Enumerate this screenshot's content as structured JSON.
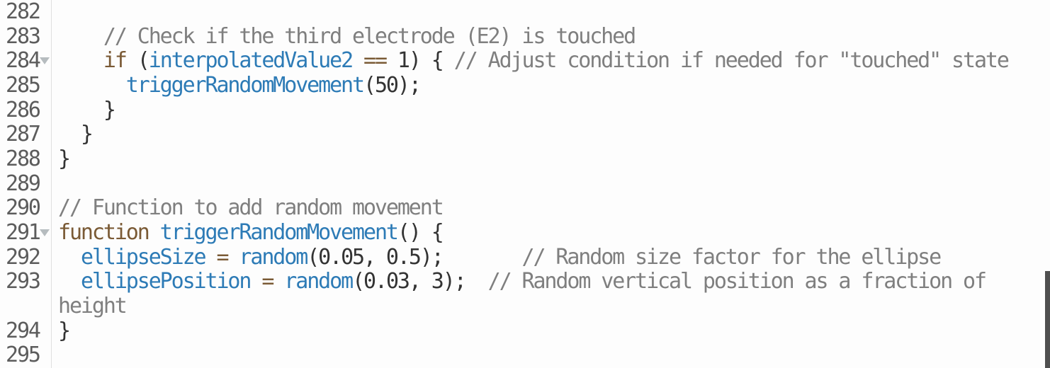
{
  "editor": {
    "language": "javascript",
    "colors": {
      "background": "#fdfdfd",
      "plain": "#333333",
      "keyword": "#7a5a35",
      "operator": "#7a5a35",
      "variable": "#2d7bb6",
      "comment": "#7f7f7f",
      "line_number": "#5c5c5c",
      "fold_arrow": "#b6bcbf",
      "gutter_border": "#e0e0e0",
      "scrollbar": "#4f4f4f"
    },
    "rows": [
      {
        "number": "282",
        "fold": false,
        "segments": []
      },
      {
        "number": "283",
        "fold": false,
        "segments": [
          {
            "text": "    ",
            "type": "plain"
          },
          {
            "text": "// Check if the third electrode (E2) is touched",
            "type": "comment"
          }
        ]
      },
      {
        "number": "284",
        "fold": true,
        "segments": [
          {
            "text": "    ",
            "type": "plain"
          },
          {
            "text": "if",
            "type": "keyword"
          },
          {
            "text": " (",
            "type": "plain"
          },
          {
            "text": "interpolatedValue2",
            "type": "variable"
          },
          {
            "text": " ",
            "type": "plain"
          },
          {
            "text": "==",
            "type": "operator"
          },
          {
            "text": " 1) { ",
            "type": "plain"
          },
          {
            "text": "// Adjust condition if needed for \"touched\" state",
            "type": "comment"
          }
        ]
      },
      {
        "number": "285",
        "fold": false,
        "segments": [
          {
            "text": "      ",
            "type": "plain"
          },
          {
            "text": "triggerRandomMovement",
            "type": "variable"
          },
          {
            "text": "(50);",
            "type": "plain"
          }
        ]
      },
      {
        "number": "286",
        "fold": false,
        "segments": [
          {
            "text": "    }",
            "type": "plain"
          }
        ]
      },
      {
        "number": "287",
        "fold": false,
        "segments": [
          {
            "text": "  }",
            "type": "plain"
          }
        ]
      },
      {
        "number": "288",
        "fold": false,
        "segments": [
          {
            "text": "}",
            "type": "plain"
          }
        ]
      },
      {
        "number": "289",
        "fold": false,
        "segments": []
      },
      {
        "number": "290",
        "fold": false,
        "segments": [
          {
            "text": "// Function to add random movement",
            "type": "comment"
          }
        ]
      },
      {
        "number": "291",
        "fold": true,
        "segments": [
          {
            "text": "function",
            "type": "keyword"
          },
          {
            "text": " ",
            "type": "plain"
          },
          {
            "text": "triggerRandomMovement",
            "type": "variable"
          },
          {
            "text": "() {",
            "type": "plain"
          }
        ]
      },
      {
        "number": "292",
        "fold": false,
        "segments": [
          {
            "text": "  ",
            "type": "plain"
          },
          {
            "text": "ellipseSize",
            "type": "variable"
          },
          {
            "text": " ",
            "type": "plain"
          },
          {
            "text": "=",
            "type": "operator"
          },
          {
            "text": " ",
            "type": "plain"
          },
          {
            "text": "random",
            "type": "variable"
          },
          {
            "text": "(0.05, 0.5);",
            "type": "plain"
          },
          {
            "text": "       ",
            "type": "plain"
          },
          {
            "text": "// Random size factor for the ellipse",
            "type": "comment"
          }
        ]
      },
      {
        "number": "293",
        "fold": false,
        "segments": [
          {
            "text": "  ",
            "type": "plain"
          },
          {
            "text": "ellipsePosition",
            "type": "variable"
          },
          {
            "text": " ",
            "type": "plain"
          },
          {
            "text": "=",
            "type": "operator"
          },
          {
            "text": " ",
            "type": "plain"
          },
          {
            "text": "random",
            "type": "variable"
          },
          {
            "text": "(0.03, 3);",
            "type": "plain"
          },
          {
            "text": "  ",
            "type": "plain"
          },
          {
            "text": "// Random vertical position as a fraction of",
            "type": "comment"
          }
        ]
      },
      {
        "number": "",
        "fold": false,
        "wrap_continuation": true,
        "segments": [
          {
            "text": "height",
            "type": "comment"
          }
        ]
      },
      {
        "number": "294",
        "fold": false,
        "segments": [
          {
            "text": "}",
            "type": "plain"
          }
        ]
      },
      {
        "number": "295",
        "fold": false,
        "segments": []
      }
    ]
  }
}
